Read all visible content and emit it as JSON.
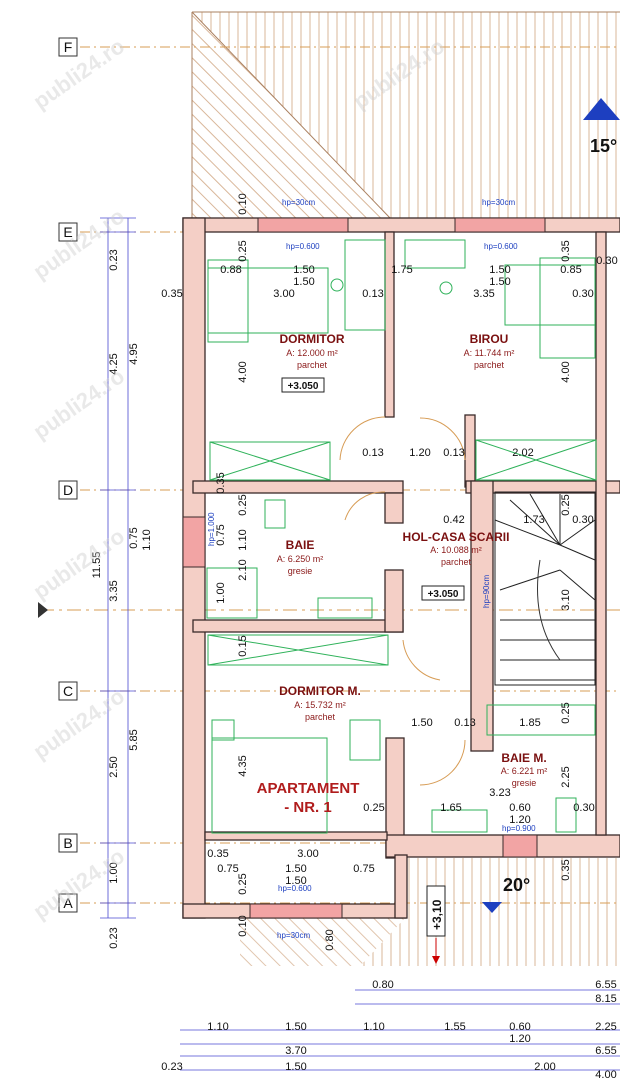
{
  "grid_axes": [
    "F",
    "E",
    "D",
    "C",
    "B",
    "A"
  ],
  "slopes": {
    "top": "15°",
    "bottom": "20°"
  },
  "watermark": "publi24.ro",
  "apartment_title": {
    "line1": "APARTAMENT",
    "line2": "- NR. 1"
  },
  "rooms": [
    {
      "name": "DORMITOR",
      "area": "A: 12.000 m²",
      "finish": "parchet"
    },
    {
      "name": "BIROU",
      "area": "A: 11.744 m²",
      "finish": "parchet"
    },
    {
      "name": "BAIE",
      "area": "A: 6.250 m²",
      "finish": "gresie"
    },
    {
      "name": "HOL-CASA SCARII",
      "area": "A: 10.088 m²",
      "finish": "parchet"
    },
    {
      "name": "DORMITOR M.",
      "area": "A: 15.732 m²",
      "finish": "parchet"
    },
    {
      "name": "BAIE M.",
      "area": "A: 6.221 m²",
      "finish": "gresie"
    }
  ],
  "levels": {
    "main": "+3.050",
    "hall": "+3.050",
    "terrace": "+3,10"
  },
  "window_notes": {
    "hp30": "hp=30cm",
    "hp600": "hp=0.600",
    "hp900": "hp=0.900",
    "hp1000": "hp=1.000",
    "hp90": "hp=90cm"
  },
  "dims": {
    "left_outer": [
      "0.23",
      "4.25",
      "11.55",
      "3.35",
      "2.50",
      "1.00",
      "0.23"
    ],
    "left_inner": [
      "4.95",
      "0.75",
      "1.10",
      "5.85"
    ],
    "interior": [
      "0.10",
      "0.25",
      "0.88",
      "1.50",
      "1.75",
      "1.50",
      "0.35",
      "0.85",
      "0.30",
      "0.35",
      "1.50",
      "3.00",
      "0.13",
      "1.50",
      "3.35",
      "0.30",
      "4.00",
      "4.00",
      "0.13",
      "1.20",
      "0.13",
      "2.02",
      "0.35",
      "0.25",
      "0.25",
      "0.42",
      "1.73",
      "0.30",
      "1.10",
      "0.75",
      "1.00",
      "2.10",
      "3.10",
      "0.15",
      "1.50",
      "0.13",
      "1.85",
      "0.25",
      "4.35",
      "3.23",
      "2.25",
      "0.25",
      "1.65",
      "0.60",
      "0.30",
      "1.20",
      "0.35",
      "3.00",
      "0.75",
      "1.50",
      "0.75",
      "1.50",
      "0.25",
      "0.10",
      "0.80",
      "0.35"
    ],
    "bottom_row1": [
      "0.80",
      "6.55"
    ],
    "bottom_row2": [
      "8.15"
    ],
    "bottom_row3": [
      "1.10",
      "1.50",
      "1.10",
      "1.55",
      "0.60",
      "2.25"
    ],
    "bottom_row4": [
      "1.20"
    ],
    "bottom_row5": [
      "3.70",
      "6.55"
    ],
    "bottom_row6": [
      "0.23",
      "1.50",
      "2.00",
      "4.00"
    ]
  }
}
